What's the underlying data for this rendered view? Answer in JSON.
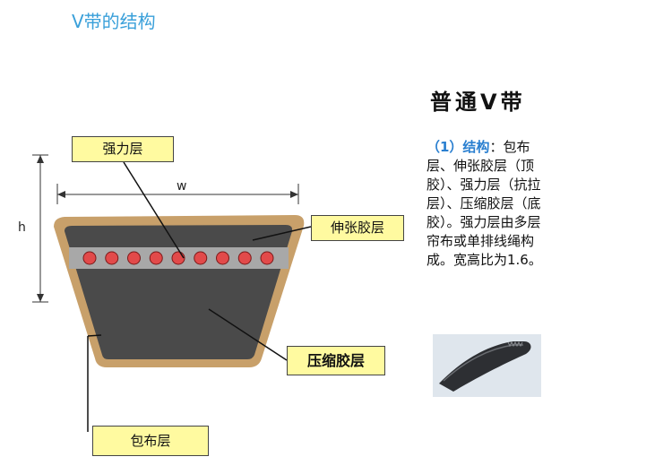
{
  "page": {
    "title": "V带的结构"
  },
  "diagram": {
    "dim_h": "h",
    "dim_w": "w",
    "labels": {
      "tension_layer": "强力层",
      "stretch_rubber": "伸张胶层",
      "compression_rubber": "压缩胶层",
      "cover_fabric": "包布层"
    },
    "colors": {
      "cover": "#c8a06a",
      "rubber": "#4a4a4a",
      "cord_band": "#a8a8a8",
      "cord": "#e24a4a",
      "label_bg": "#fffaa0"
    },
    "cord_count": 9
  },
  "panel": {
    "heading": "普通V带",
    "lead": "（1）结构",
    "body": "：包布层、伸张胶层（顶胶）、强力层（抗拉层）、压缩胶层（底胶）。强力层由多层帘布或单排线绳构成。宽高比为1.6。"
  },
  "photo": {
    "icon": "v-belt-photo"
  }
}
